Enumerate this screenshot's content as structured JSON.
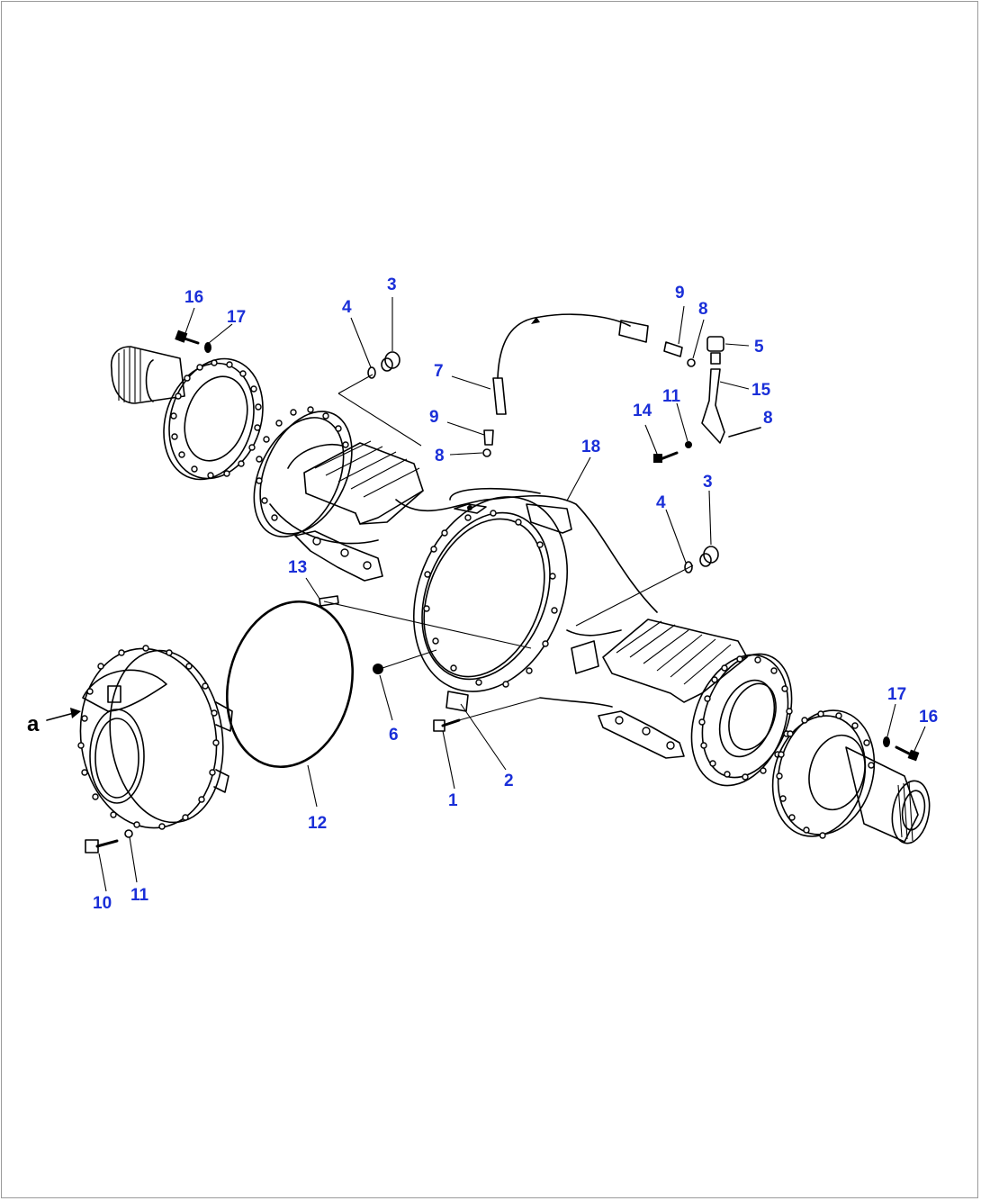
{
  "diagram": {
    "callouts": [
      {
        "id": "c16a",
        "text": "16"
      },
      {
        "id": "c17a",
        "text": "17"
      },
      {
        "id": "c4a",
        "text": "4"
      },
      {
        "id": "c3a",
        "text": "3"
      },
      {
        "id": "c7",
        "text": "7"
      },
      {
        "id": "c9a",
        "text": "9"
      },
      {
        "id": "c8a",
        "text": "8"
      },
      {
        "id": "c9b",
        "text": "9"
      },
      {
        "id": "c8b",
        "text": "8"
      },
      {
        "id": "c5",
        "text": "5"
      },
      {
        "id": "c15",
        "text": "15"
      },
      {
        "id": "c11a",
        "text": "11"
      },
      {
        "id": "c14",
        "text": "14"
      },
      {
        "id": "c8c",
        "text": "8"
      },
      {
        "id": "c18",
        "text": "18"
      },
      {
        "id": "c3b",
        "text": "3"
      },
      {
        "id": "c4b",
        "text": "4"
      },
      {
        "id": "c13",
        "text": "13"
      },
      {
        "id": "c6",
        "text": "6"
      },
      {
        "id": "c2",
        "text": "2"
      },
      {
        "id": "c1",
        "text": "1"
      },
      {
        "id": "c12",
        "text": "12"
      },
      {
        "id": "c10",
        "text": "10"
      },
      {
        "id": "c11b",
        "text": "11"
      },
      {
        "id": "c17b",
        "text": "17"
      },
      {
        "id": "c16b",
        "text": "16"
      }
    ],
    "view_marker": "a"
  }
}
